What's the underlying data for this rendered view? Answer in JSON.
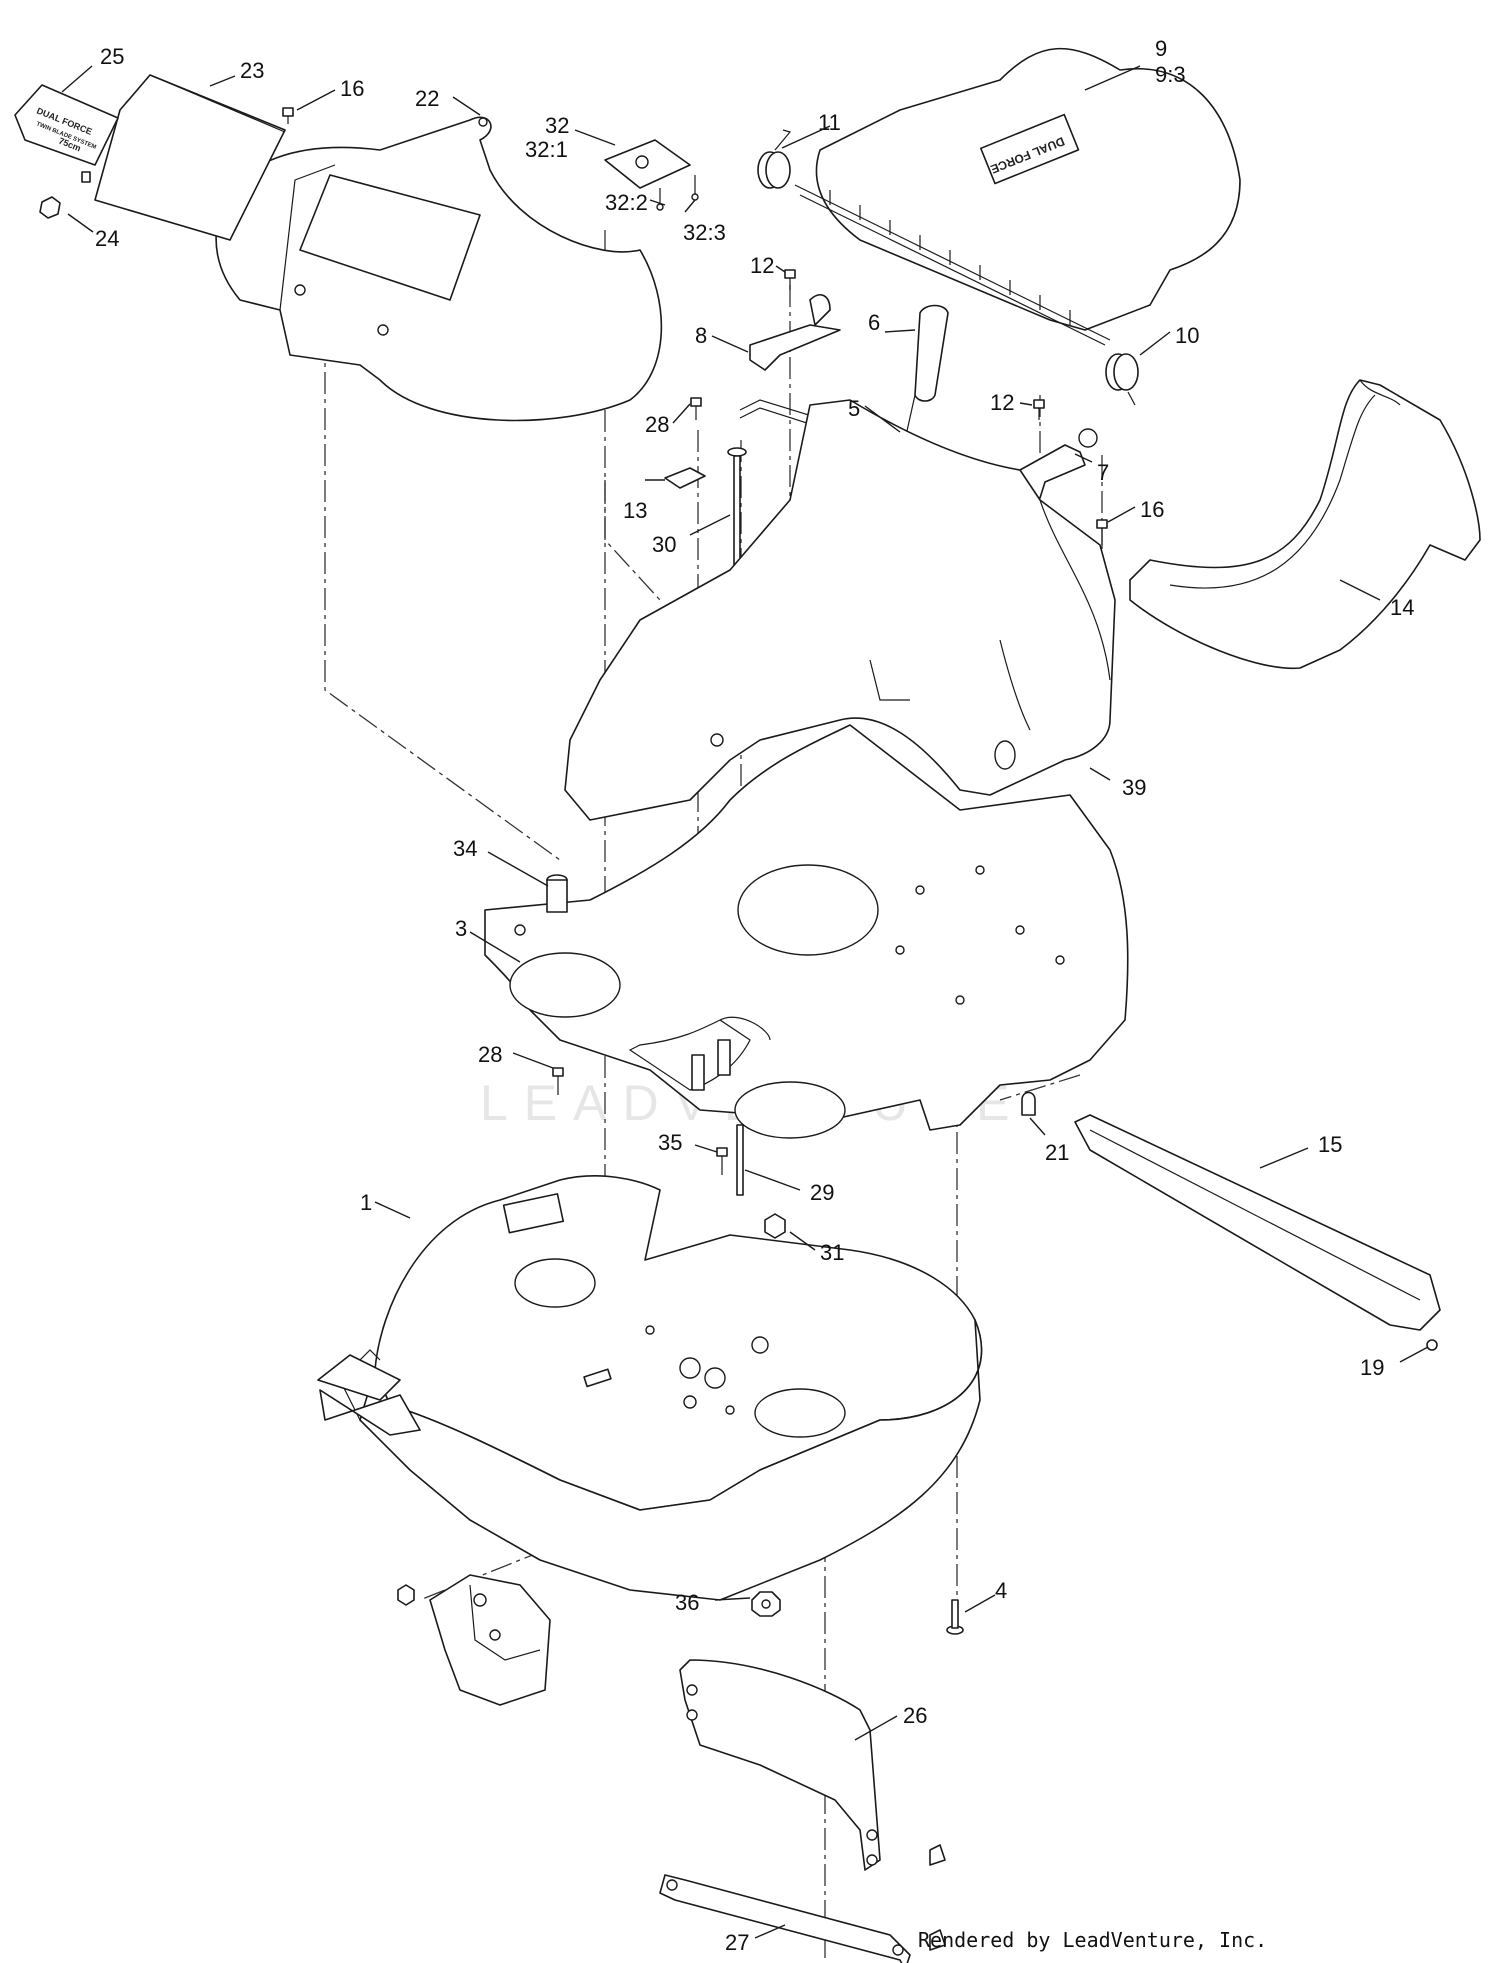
{
  "watermark": "LEADVENTURE",
  "footer": "Rendered by LeadVenture, Inc.",
  "decals": {
    "bagger_logo_line1": "DUAL FORCE",
    "bagger_logo_line2": "TWIN BLADE SYSTEM",
    "bagger_logo_size": "75cm"
  },
  "callouts": [
    {
      "id": "25",
      "text": "25"
    },
    {
      "id": "23",
      "text": "23"
    },
    {
      "id": "16a",
      "text": "16"
    },
    {
      "id": "22",
      "text": "22"
    },
    {
      "id": "24",
      "text": "24"
    },
    {
      "id": "32",
      "text": "32"
    },
    {
      "id": "32-1",
      "text": "32:1"
    },
    {
      "id": "32-2",
      "text": "32:2"
    },
    {
      "id": "32-3",
      "text": "32:3"
    },
    {
      "id": "9",
      "text": "9"
    },
    {
      "id": "9-3",
      "text": "9:3"
    },
    {
      "id": "11",
      "text": "11"
    },
    {
      "id": "10",
      "text": "10"
    },
    {
      "id": "12a",
      "text": "12"
    },
    {
      "id": "8",
      "text": "8"
    },
    {
      "id": "6",
      "text": "6"
    },
    {
      "id": "5",
      "text": "5"
    },
    {
      "id": "12b",
      "text": "12"
    },
    {
      "id": "7",
      "text": "7"
    },
    {
      "id": "28a",
      "text": "28"
    },
    {
      "id": "13",
      "text": "13"
    },
    {
      "id": "30",
      "text": "30"
    },
    {
      "id": "16b",
      "text": "16"
    },
    {
      "id": "14",
      "text": "14"
    },
    {
      "id": "39",
      "text": "39"
    },
    {
      "id": "34",
      "text": "34"
    },
    {
      "id": "3",
      "text": "3"
    },
    {
      "id": "28b",
      "text": "28"
    },
    {
      "id": "21",
      "text": "21"
    },
    {
      "id": "15",
      "text": "15"
    },
    {
      "id": "35",
      "text": "35"
    },
    {
      "id": "29",
      "text": "29"
    },
    {
      "id": "1",
      "text": "1"
    },
    {
      "id": "31",
      "text": "31"
    },
    {
      "id": "19",
      "text": "19"
    },
    {
      "id": "36",
      "text": "36"
    },
    {
      "id": "4",
      "text": "4"
    },
    {
      "id": "26",
      "text": "26"
    },
    {
      "id": "27",
      "text": "27"
    }
  ]
}
